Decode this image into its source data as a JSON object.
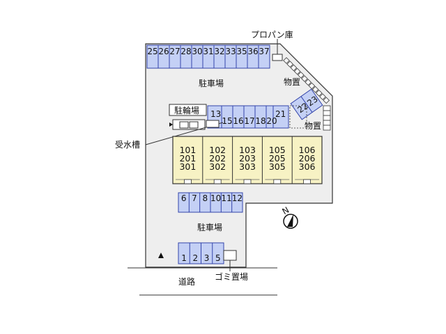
{
  "labels": {
    "propane_shed": "プロパン庫",
    "parking_top": "駐車場",
    "storage_top": "物置",
    "bicycle_parking": "駐輪場",
    "storage_right": "物置",
    "water_tank": "受水槽",
    "parking_bottom": "駐車場",
    "road": "道路",
    "garbage_area": "ゴミ置場",
    "north": "N"
  },
  "parking": {
    "top_row": [
      "25",
      "26",
      "27",
      "28",
      "30",
      "31",
      "32",
      "33",
      "35",
      "36",
      "37"
    ],
    "upper_inner": [
      "15",
      "16",
      "17",
      "18",
      "20"
    ],
    "slot_13": "13",
    "slot_21": "21",
    "diagonal": [
      "22",
      "23"
    ],
    "middle_row": [
      "6",
      "7",
      "8",
      "10",
      "11",
      "12"
    ],
    "bottom_row": [
      "1",
      "2",
      "3",
      "5"
    ]
  },
  "building": {
    "units": [
      [
        "101",
        "201",
        "301"
      ],
      [
        "102",
        "202",
        "302"
      ],
      [
        "103",
        "203",
        "303"
      ],
      [
        "105",
        "205",
        "305"
      ],
      [
        "106",
        "206",
        "306"
      ]
    ]
  },
  "colors": {
    "parking_fill": "#c4d0f5",
    "parking_stroke": "#3344aa",
    "building_fill": "#f7f2c4",
    "lot_fill": "#eeeeee"
  }
}
